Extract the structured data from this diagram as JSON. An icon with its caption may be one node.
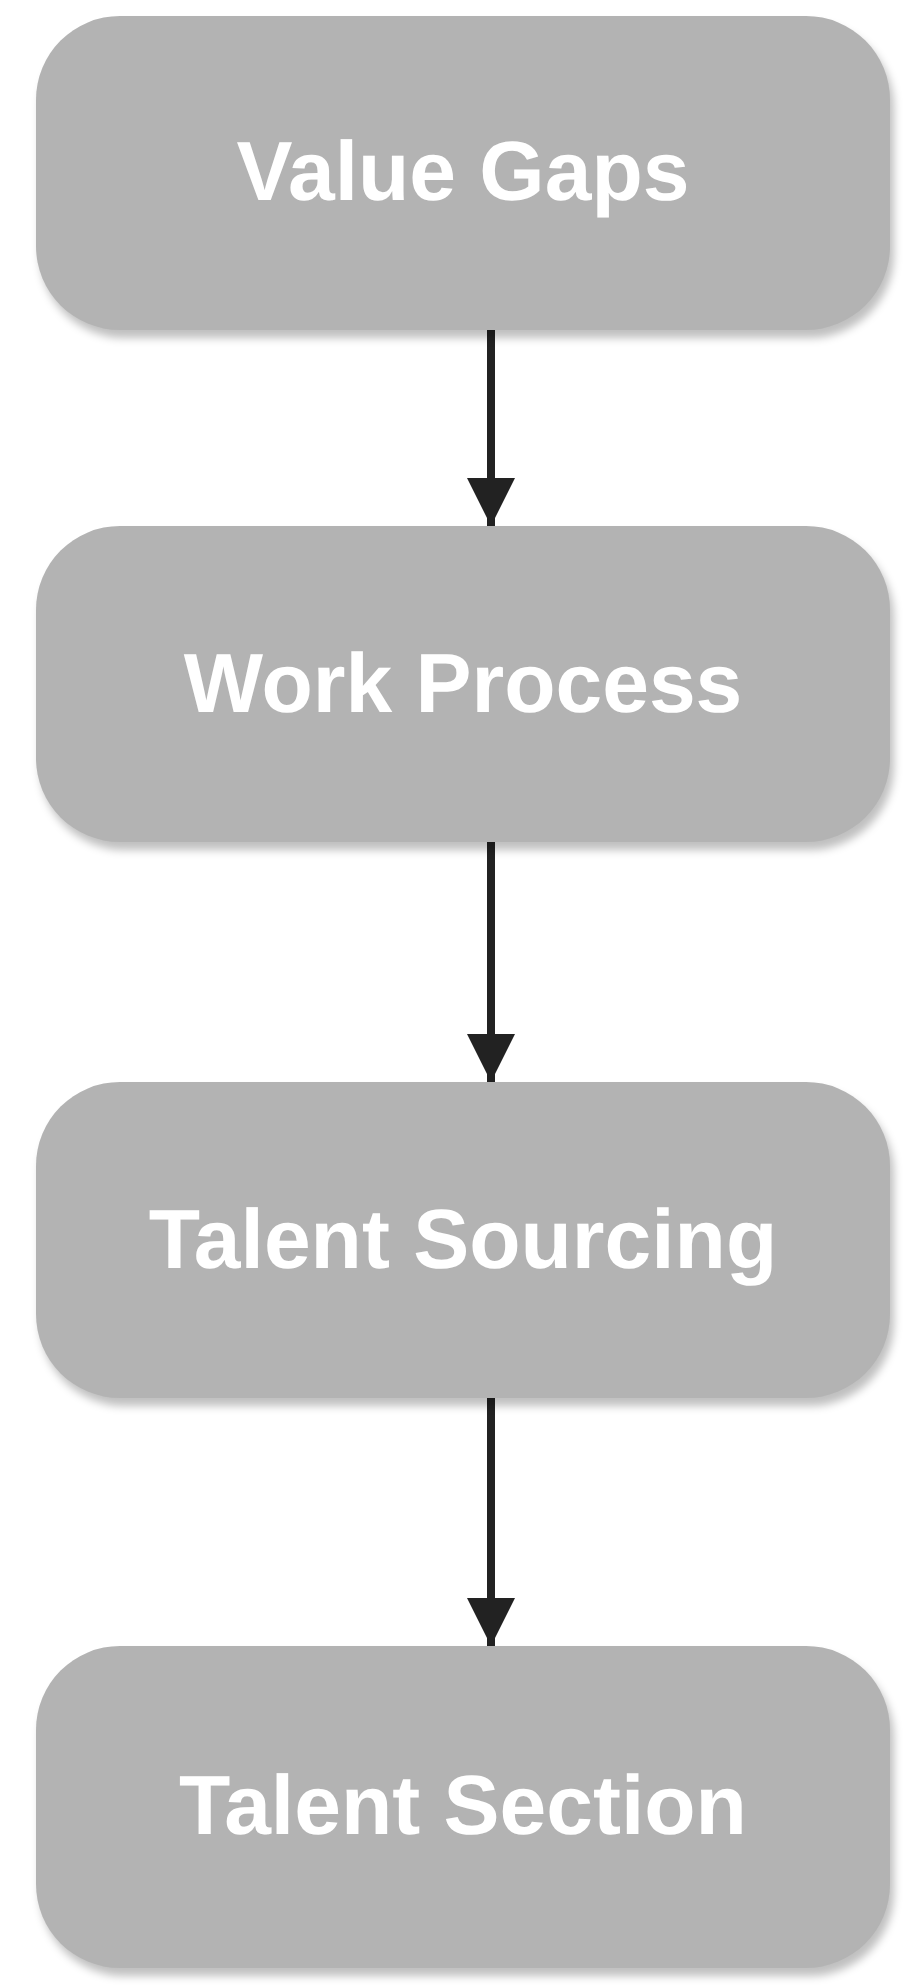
{
  "diagram": {
    "nodes": [
      {
        "text": [
          "Value Gaps"
        ]
      },
      {
        "text": [
          "Work Process"
        ]
      },
      {
        "text": [
          "Talent Sourcing"
        ]
      },
      {
        "text": [
          "Talent Section"
        ]
      }
    ],
    "edges": [
      {
        "from": 0,
        "to": 1,
        "arrow": "to"
      },
      {
        "from": 1,
        "to": 2,
        "arrow": "to"
      },
      {
        "from": 2,
        "to": 3,
        "arrow": "to"
      }
    ]
  }
}
